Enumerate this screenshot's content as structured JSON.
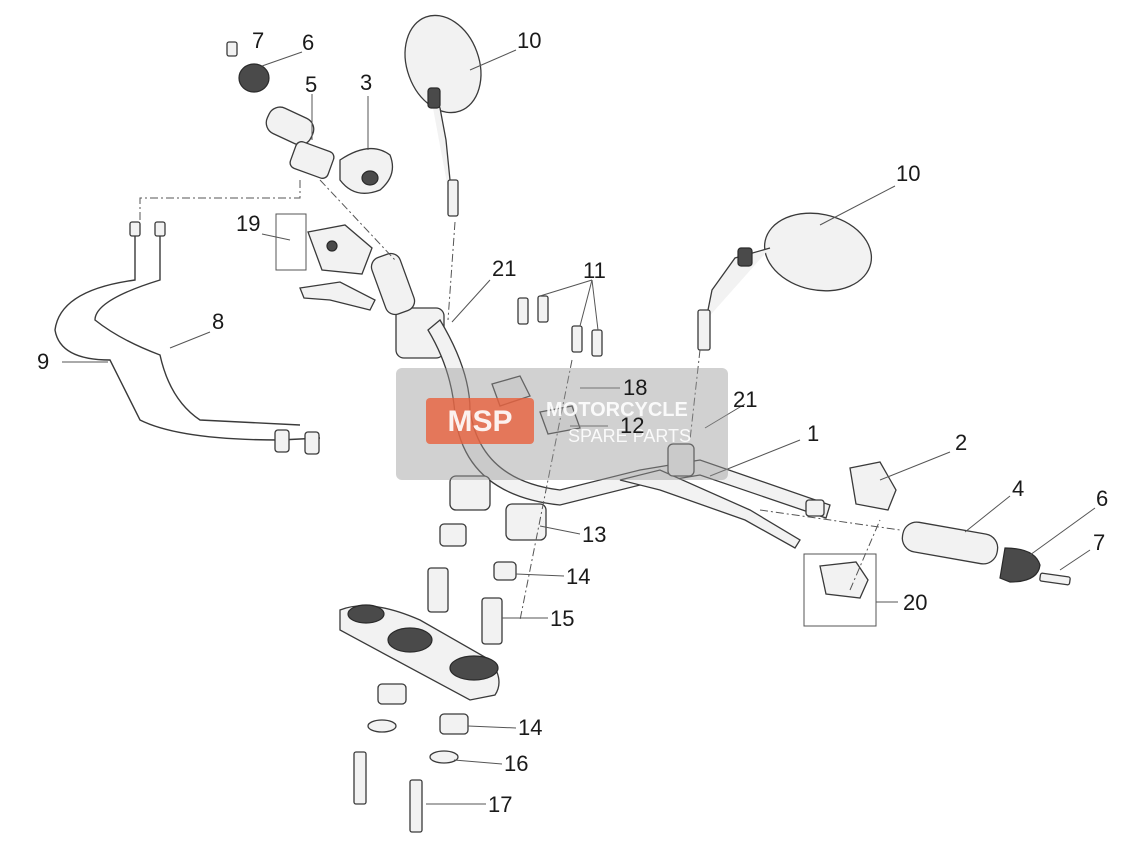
{
  "callouts": [
    {
      "id": "c7a",
      "label": "7"
    },
    {
      "id": "c6a",
      "label": "6"
    },
    {
      "id": "c5",
      "label": "5"
    },
    {
      "id": "c3",
      "label": "3"
    },
    {
      "id": "c10a",
      "label": "10"
    },
    {
      "id": "c10b",
      "label": "10"
    },
    {
      "id": "c19",
      "label": "19"
    },
    {
      "id": "c21a",
      "label": "21"
    },
    {
      "id": "c11",
      "label": "11"
    },
    {
      "id": "c8",
      "label": "8"
    },
    {
      "id": "c9",
      "label": "9"
    },
    {
      "id": "c18",
      "label": "18"
    },
    {
      "id": "c21b",
      "label": "21"
    },
    {
      "id": "c12",
      "label": "12"
    },
    {
      "id": "c1",
      "label": "1"
    },
    {
      "id": "c2",
      "label": "2"
    },
    {
      "id": "c4",
      "label": "4"
    },
    {
      "id": "c6b",
      "label": "6"
    },
    {
      "id": "c7b",
      "label": "7"
    },
    {
      "id": "c13",
      "label": "13"
    },
    {
      "id": "c14a",
      "label": "14"
    },
    {
      "id": "c15",
      "label": "15"
    },
    {
      "id": "c20",
      "label": "20"
    },
    {
      "id": "c14b",
      "label": "14"
    },
    {
      "id": "c16",
      "label": "16"
    },
    {
      "id": "c17",
      "label": "17"
    }
  ],
  "watermark": {
    "logo_text": "MSP",
    "line1": "MOTORCYCLE",
    "line2": "SPARE PARTS",
    "logo_color": "#e8603c",
    "panel_color": "#9a9a9a"
  }
}
